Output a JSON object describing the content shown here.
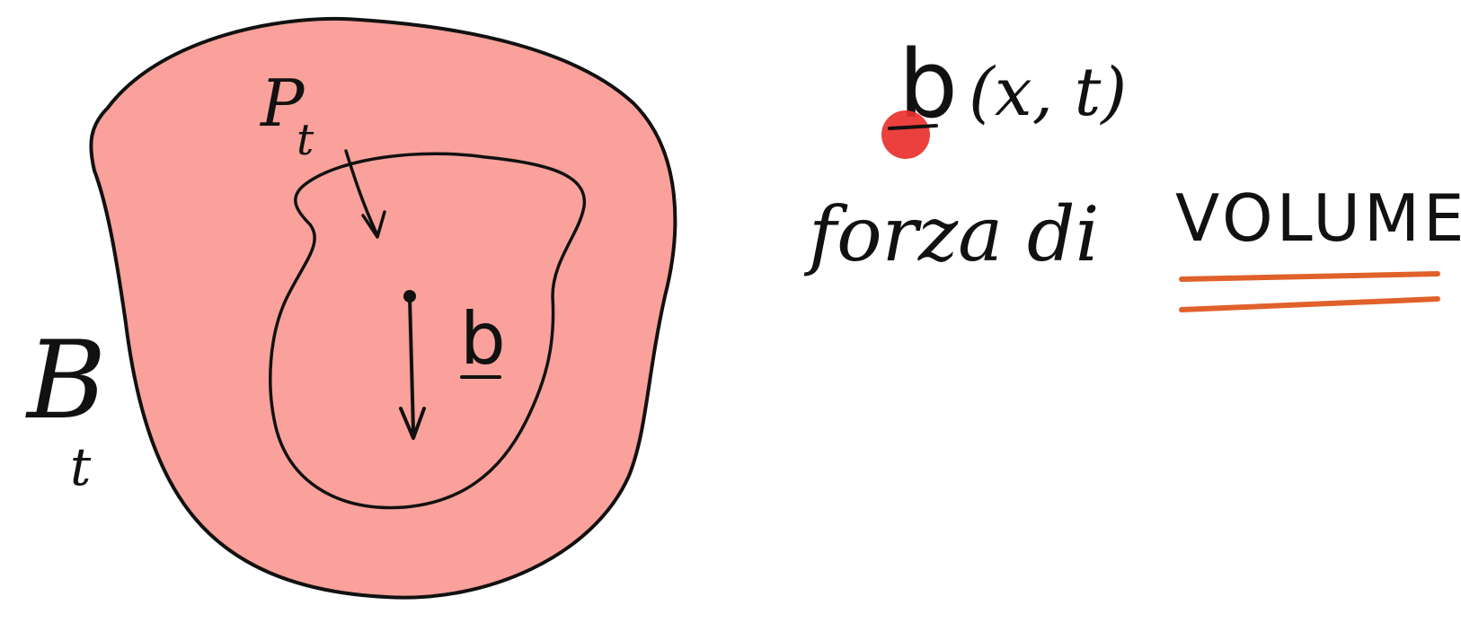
{
  "colors": {
    "body_fill": "#f9a19a",
    "ink": "#111111",
    "underline_accent": "#e0612a",
    "pointer": "#e9312e"
  },
  "diagram": {
    "body_label_main": "B",
    "body_label_sub": "t",
    "part_label_main": "P",
    "part_label_sub": "t",
    "force_vector_label": "b"
  },
  "right_panel": {
    "formula_symbol": "b",
    "formula_args": "(x, t)",
    "caption_prefix": "forza di",
    "caption_emphasis": "VOLUME"
  }
}
